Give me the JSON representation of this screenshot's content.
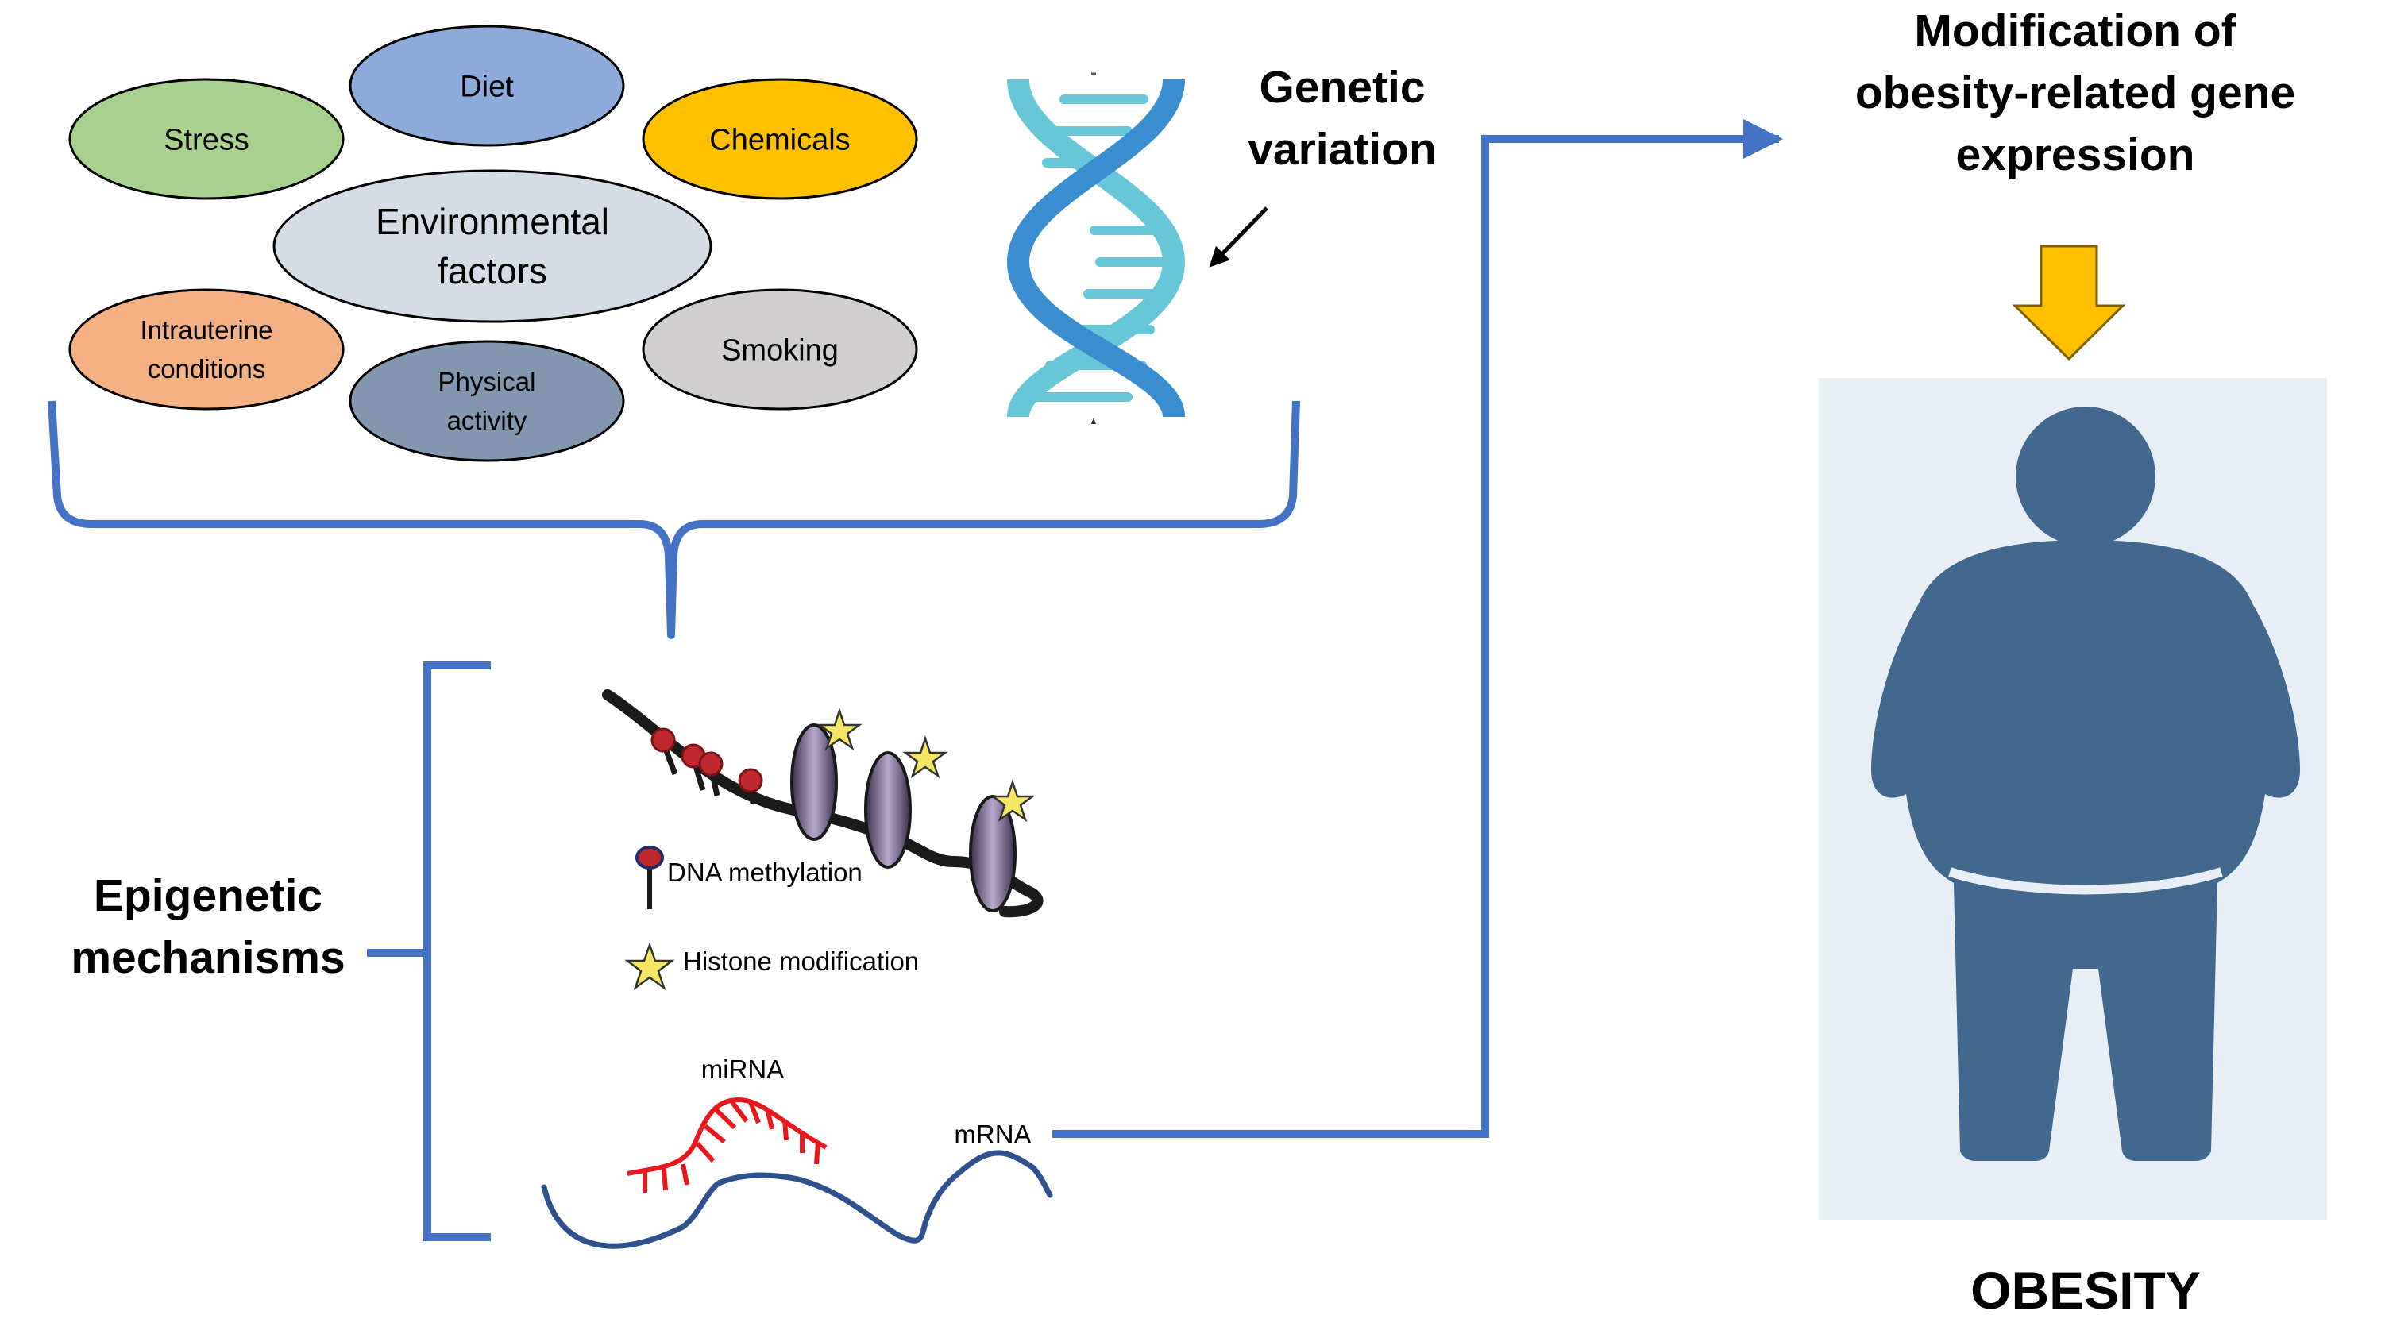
{
  "environment": {
    "center": {
      "lines": [
        "Environmental",
        "factors"
      ],
      "fill": "#d6dce5"
    },
    "factors": [
      {
        "id": "stress",
        "lines": [
          "Stress"
        ],
        "fill": "#a9d18e"
      },
      {
        "id": "diet",
        "lines": [
          "Diet"
        ],
        "fill": "#8eaadb"
      },
      {
        "id": "chemicals",
        "lines": [
          "Chemicals"
        ],
        "fill": "#ffc000"
      },
      {
        "id": "intrauterine",
        "lines": [
          "Intrauterine",
          "conditions"
        ],
        "fill": "#f4b183"
      },
      {
        "id": "physical",
        "lines": [
          "Physical",
          "activity"
        ],
        "fill": "#8497b0"
      },
      {
        "id": "smoking",
        "lines": [
          "Smoking"
        ],
        "fill": "#d0cece"
      }
    ]
  },
  "genetic": {
    "lines": [
      "Genetic",
      "variation"
    ]
  },
  "epigenetic": {
    "title_lines": [
      "Epigenetic",
      "mechanisms"
    ],
    "legend": {
      "methylation": "DNA methylation",
      "histone": "Histone modification"
    },
    "mirna_label": "miRNA",
    "mrna_label": "mRNA"
  },
  "modification": {
    "lines": [
      "Modification of",
      "obesity-related gene",
      "expression"
    ]
  },
  "outcome": {
    "label": "OBESITY"
  },
  "colors": {
    "connector": "#4472c4",
    "arrow_down": "#ffc000",
    "figure": "#41688f",
    "panel": "#e8eef6",
    "mirna": "#e8191e",
    "mrna": "#2f528f",
    "dna_dark": "#3a8ed0",
    "dna_light": "#67c6d8",
    "methyl": "#c0282d",
    "star": "#f5e663",
    "nucleosome": "#8a7aa0"
  }
}
